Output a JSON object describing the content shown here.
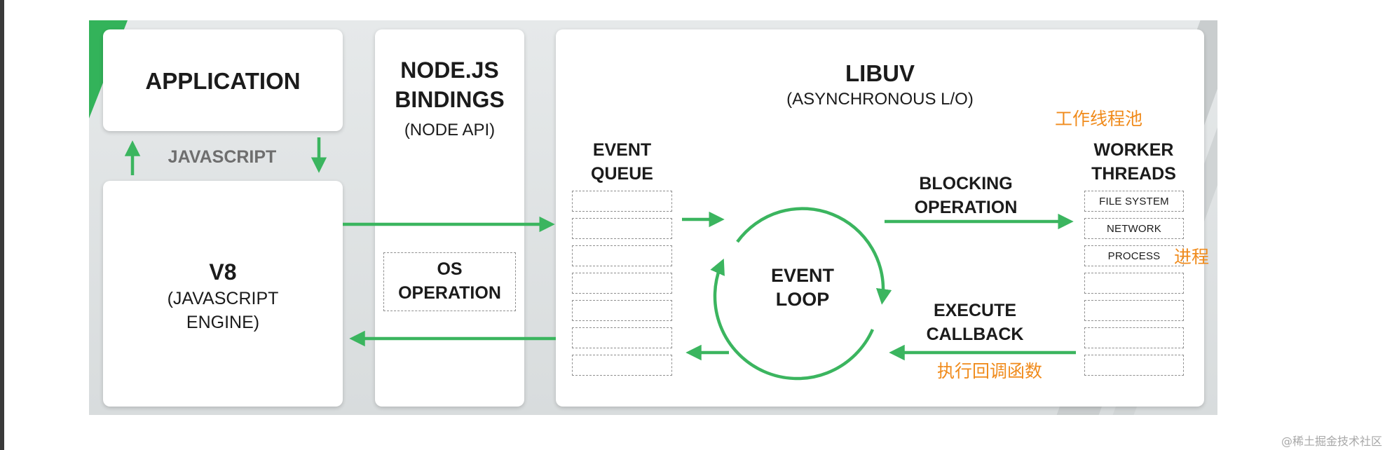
{
  "application": {
    "title": "APPLICATION"
  },
  "javascript_label": "JAVASCRIPT",
  "v8": {
    "title": "V8",
    "subtitle_line1": "(JAVASCRIPT",
    "subtitle_line2": "ENGINE)"
  },
  "bindings": {
    "title_line1": "NODE.JS",
    "title_line2": "BINDINGS",
    "subtitle": "(NODE API)",
    "os_operation_line1": "OS",
    "os_operation_line2": "OPERATION"
  },
  "libuv": {
    "title": "LIBUV",
    "subtitle": "(ASYNCHRONOUS L/O)",
    "event_queue_line1": "EVENT",
    "event_queue_line2": "QUEUE",
    "event_loop_line1": "EVENT",
    "event_loop_line2": "LOOP",
    "blocking_line1": "BLOCKING",
    "blocking_line2": "OPERATION",
    "execute_line1": "EXECUTE",
    "execute_line2": "CALLBACK",
    "worker_line1": "WORKER",
    "worker_line2": "THREADS",
    "worker_items": [
      "FILE SYSTEM",
      "NETWORK",
      "PROCESS"
    ]
  },
  "annotations": {
    "thread_pool": "工作线程池",
    "process": "进程",
    "execute_callback": "执行回调函数"
  },
  "watermark": "@稀土掘金技术社区",
  "colors": {
    "arrow_green": "#3bb55f",
    "annotation_orange": "#f08b1c"
  }
}
